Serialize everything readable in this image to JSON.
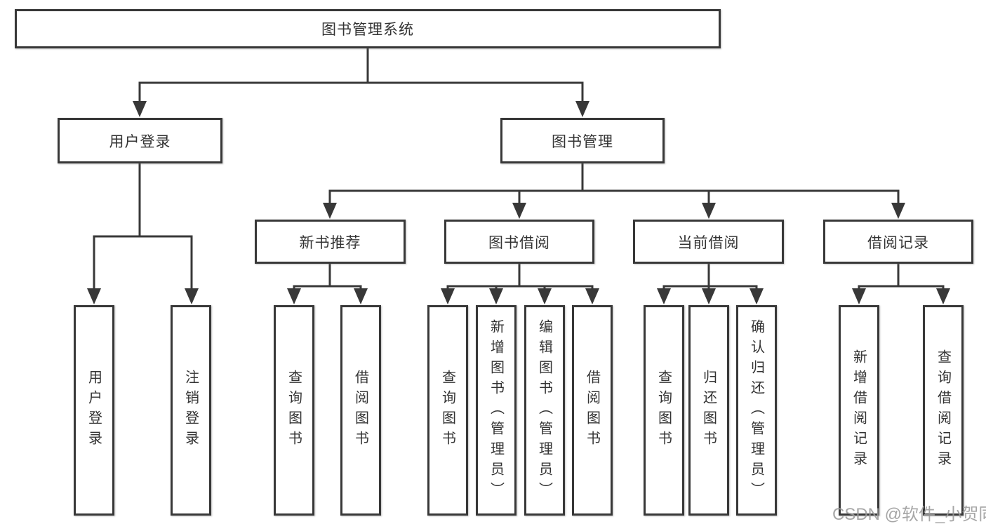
{
  "diagram": {
    "title": "图书管理系统",
    "level2": [
      {
        "label": "用户登录"
      },
      {
        "label": "图书管理"
      }
    ],
    "level3": [
      {
        "label": "新书推荐",
        "parent": "图书管理"
      },
      {
        "label": "图书借阅",
        "parent": "图书管理"
      },
      {
        "label": "当前借阅",
        "parent": "图书管理"
      },
      {
        "label": "借阅记录",
        "parent": "图书管理"
      }
    ],
    "leaves": [
      {
        "label": "用户登录",
        "parent": "用户登录"
      },
      {
        "label": "注销登录",
        "parent": "用户登录"
      },
      {
        "label": "查询图书",
        "parent": "新书推荐"
      },
      {
        "label": "借阅图书",
        "parent": "新书推荐"
      },
      {
        "label": "查询图书",
        "parent": "图书借阅"
      },
      {
        "label": "新增图书（管理员）",
        "parent": "图书借阅"
      },
      {
        "label": "编辑图书（管理员）",
        "parent": "图书借阅"
      },
      {
        "label": "借阅图书",
        "parent": "图书借阅"
      },
      {
        "label": "查询图书",
        "parent": "当前借阅"
      },
      {
        "label": "归还图书",
        "parent": "当前借阅"
      },
      {
        "label": "确认归还（管理员）",
        "parent": "当前借阅"
      },
      {
        "label": "新增借阅记录",
        "parent": "借阅记录"
      },
      {
        "label": "查询借阅记录",
        "parent": "借阅记录"
      }
    ]
  },
  "watermark": "CSDN @软件_小贺同学",
  "colors": {
    "line": "#383838",
    "text": "#333333",
    "watermark": "#9a9a9a",
    "background": "#ffffff"
  }
}
